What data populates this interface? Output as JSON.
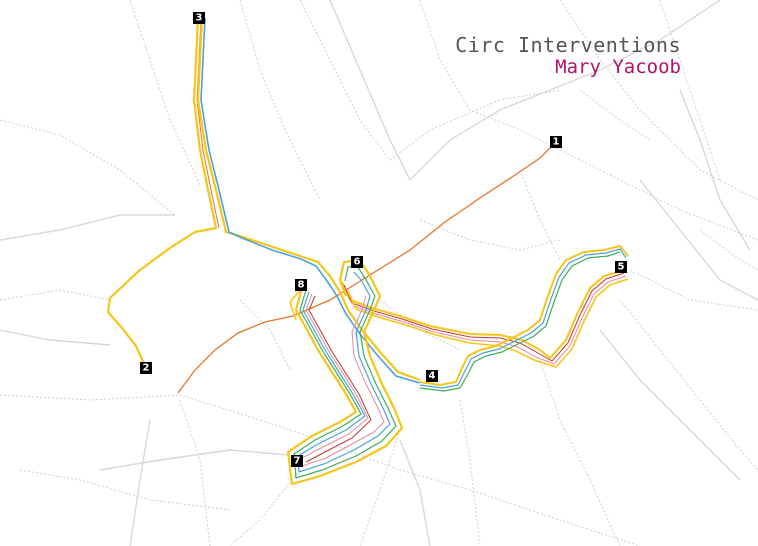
{
  "title": "Circ Interventions",
  "subtitle": "Mary Yacoob",
  "colors": {
    "subtitle": "#b0126c",
    "background": "#ffffff",
    "road": "#d4d4d4",
    "route_orange": "#e8742a",
    "route_yellow": "#f5c518",
    "route_blue": "#4aa3d8",
    "route_green": "#3fae5a",
    "route_pink": "#e88aa0",
    "route_red": "#c0392b",
    "marker": "#000000"
  },
  "markers": [
    {
      "label": "1",
      "id": "stop-1"
    },
    {
      "label": "2",
      "id": "stop-2"
    },
    {
      "label": "3",
      "id": "stop-3"
    },
    {
      "label": "4",
      "id": "stop-4"
    },
    {
      "label": "5",
      "id": "stop-5"
    },
    {
      "label": "6",
      "id": "stop-6"
    },
    {
      "label": "7",
      "id": "stop-7"
    },
    {
      "label": "8",
      "id": "stop-8"
    }
  ]
}
